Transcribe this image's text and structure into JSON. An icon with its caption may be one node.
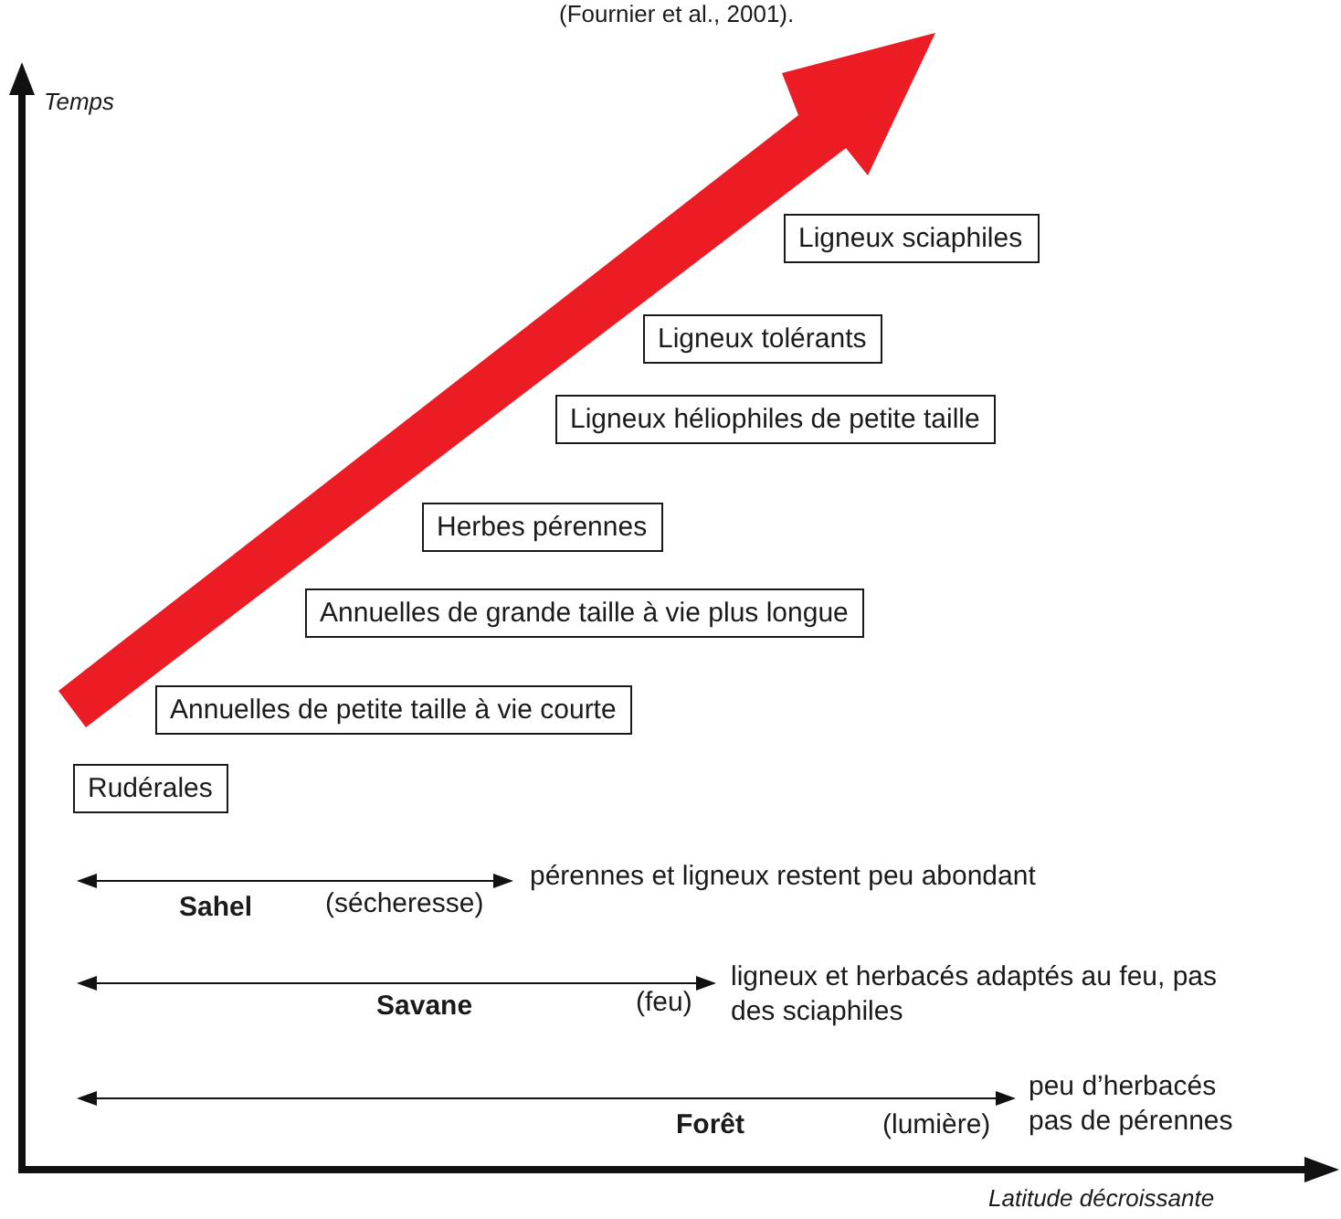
{
  "diagram": {
    "nodes": [
      {
        "text": [
          "Rudérales"
        ]
      },
      {
        "text": [
          "Annuelles de petite taille à vie courte"
        ]
      },
      {
        "text": [
          "Annuelles de grande taille à vie plus longue"
        ]
      },
      {
        "text": [
          "Herbes pérennes"
        ]
      },
      {
        "text": [
          "Ligneux héliophiles de petite taille"
        ]
      },
      {
        "text": [
          "Ligneux tolérants"
        ]
      },
      {
        "text": [
          "Ligneux sciaphiles"
        ]
      }
    ],
    "labels": [
      "(Fournier et al., 2001).",
      "Temps",
      "Sahel",
      "(sécheresse)",
      "pérennes et ligneux restent peu abondant",
      "Savane",
      "(feu)",
      "ligneux et herbacés adaptés au feu, pas des sciaphiles",
      "Forêt",
      "(lumière)",
      "peu d’herbacés pas de pérennes",
      "Latitude décroissante"
    ]
  }
}
